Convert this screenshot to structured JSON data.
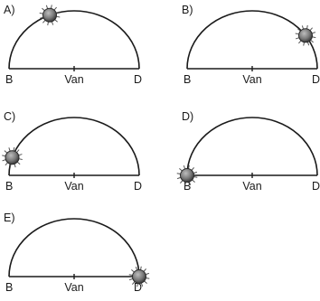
{
  "labels": {
    "left": "B",
    "center": "Van",
    "right": "D"
  },
  "panels": [
    {
      "option": "A)",
      "sun_angle_deg": 112
    },
    {
      "option": "B)",
      "sun_angle_deg": 35
    },
    {
      "option": "C)",
      "sun_angle_deg": 162
    },
    {
      "option": "D)",
      "sun_angle_deg": 180
    },
    {
      "option": "E)",
      "sun_angle_deg": 0
    }
  ],
  "colors": {
    "line": "#1a1a1a",
    "sun_fill": "#777777"
  }
}
